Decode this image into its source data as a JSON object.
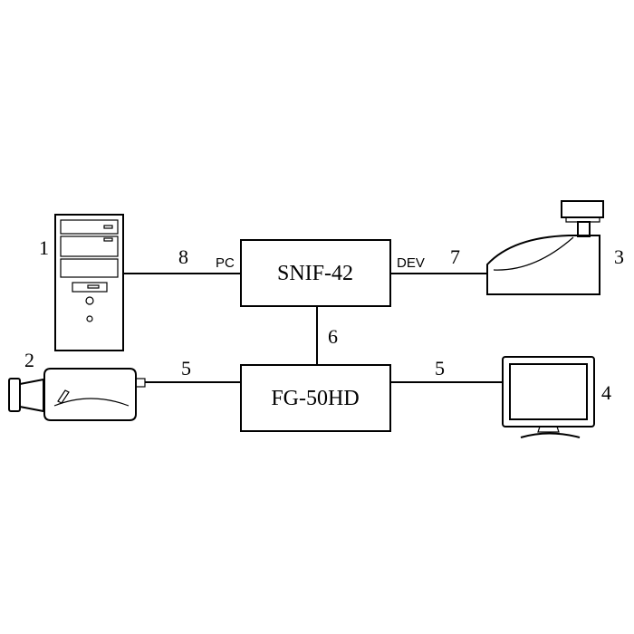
{
  "blocks": {
    "snif": "SNIF-42",
    "fg": "FG-50HD"
  },
  "ports": {
    "pc": "PC",
    "dev": "DEV"
  },
  "callouts": {
    "pc": "1",
    "camera": "2",
    "cash_register": "3",
    "monitor": "4",
    "cable_camera_fg": "5",
    "cable_fg_monitor": "5",
    "cable_snif_fg": "6",
    "cable_dev": "7",
    "cable_pc": "8"
  },
  "icons": {
    "pc": "desktop-tower-icon",
    "camera": "video-camera-icon",
    "cash_register": "cash-register-icon",
    "monitor": "monitor-icon"
  }
}
